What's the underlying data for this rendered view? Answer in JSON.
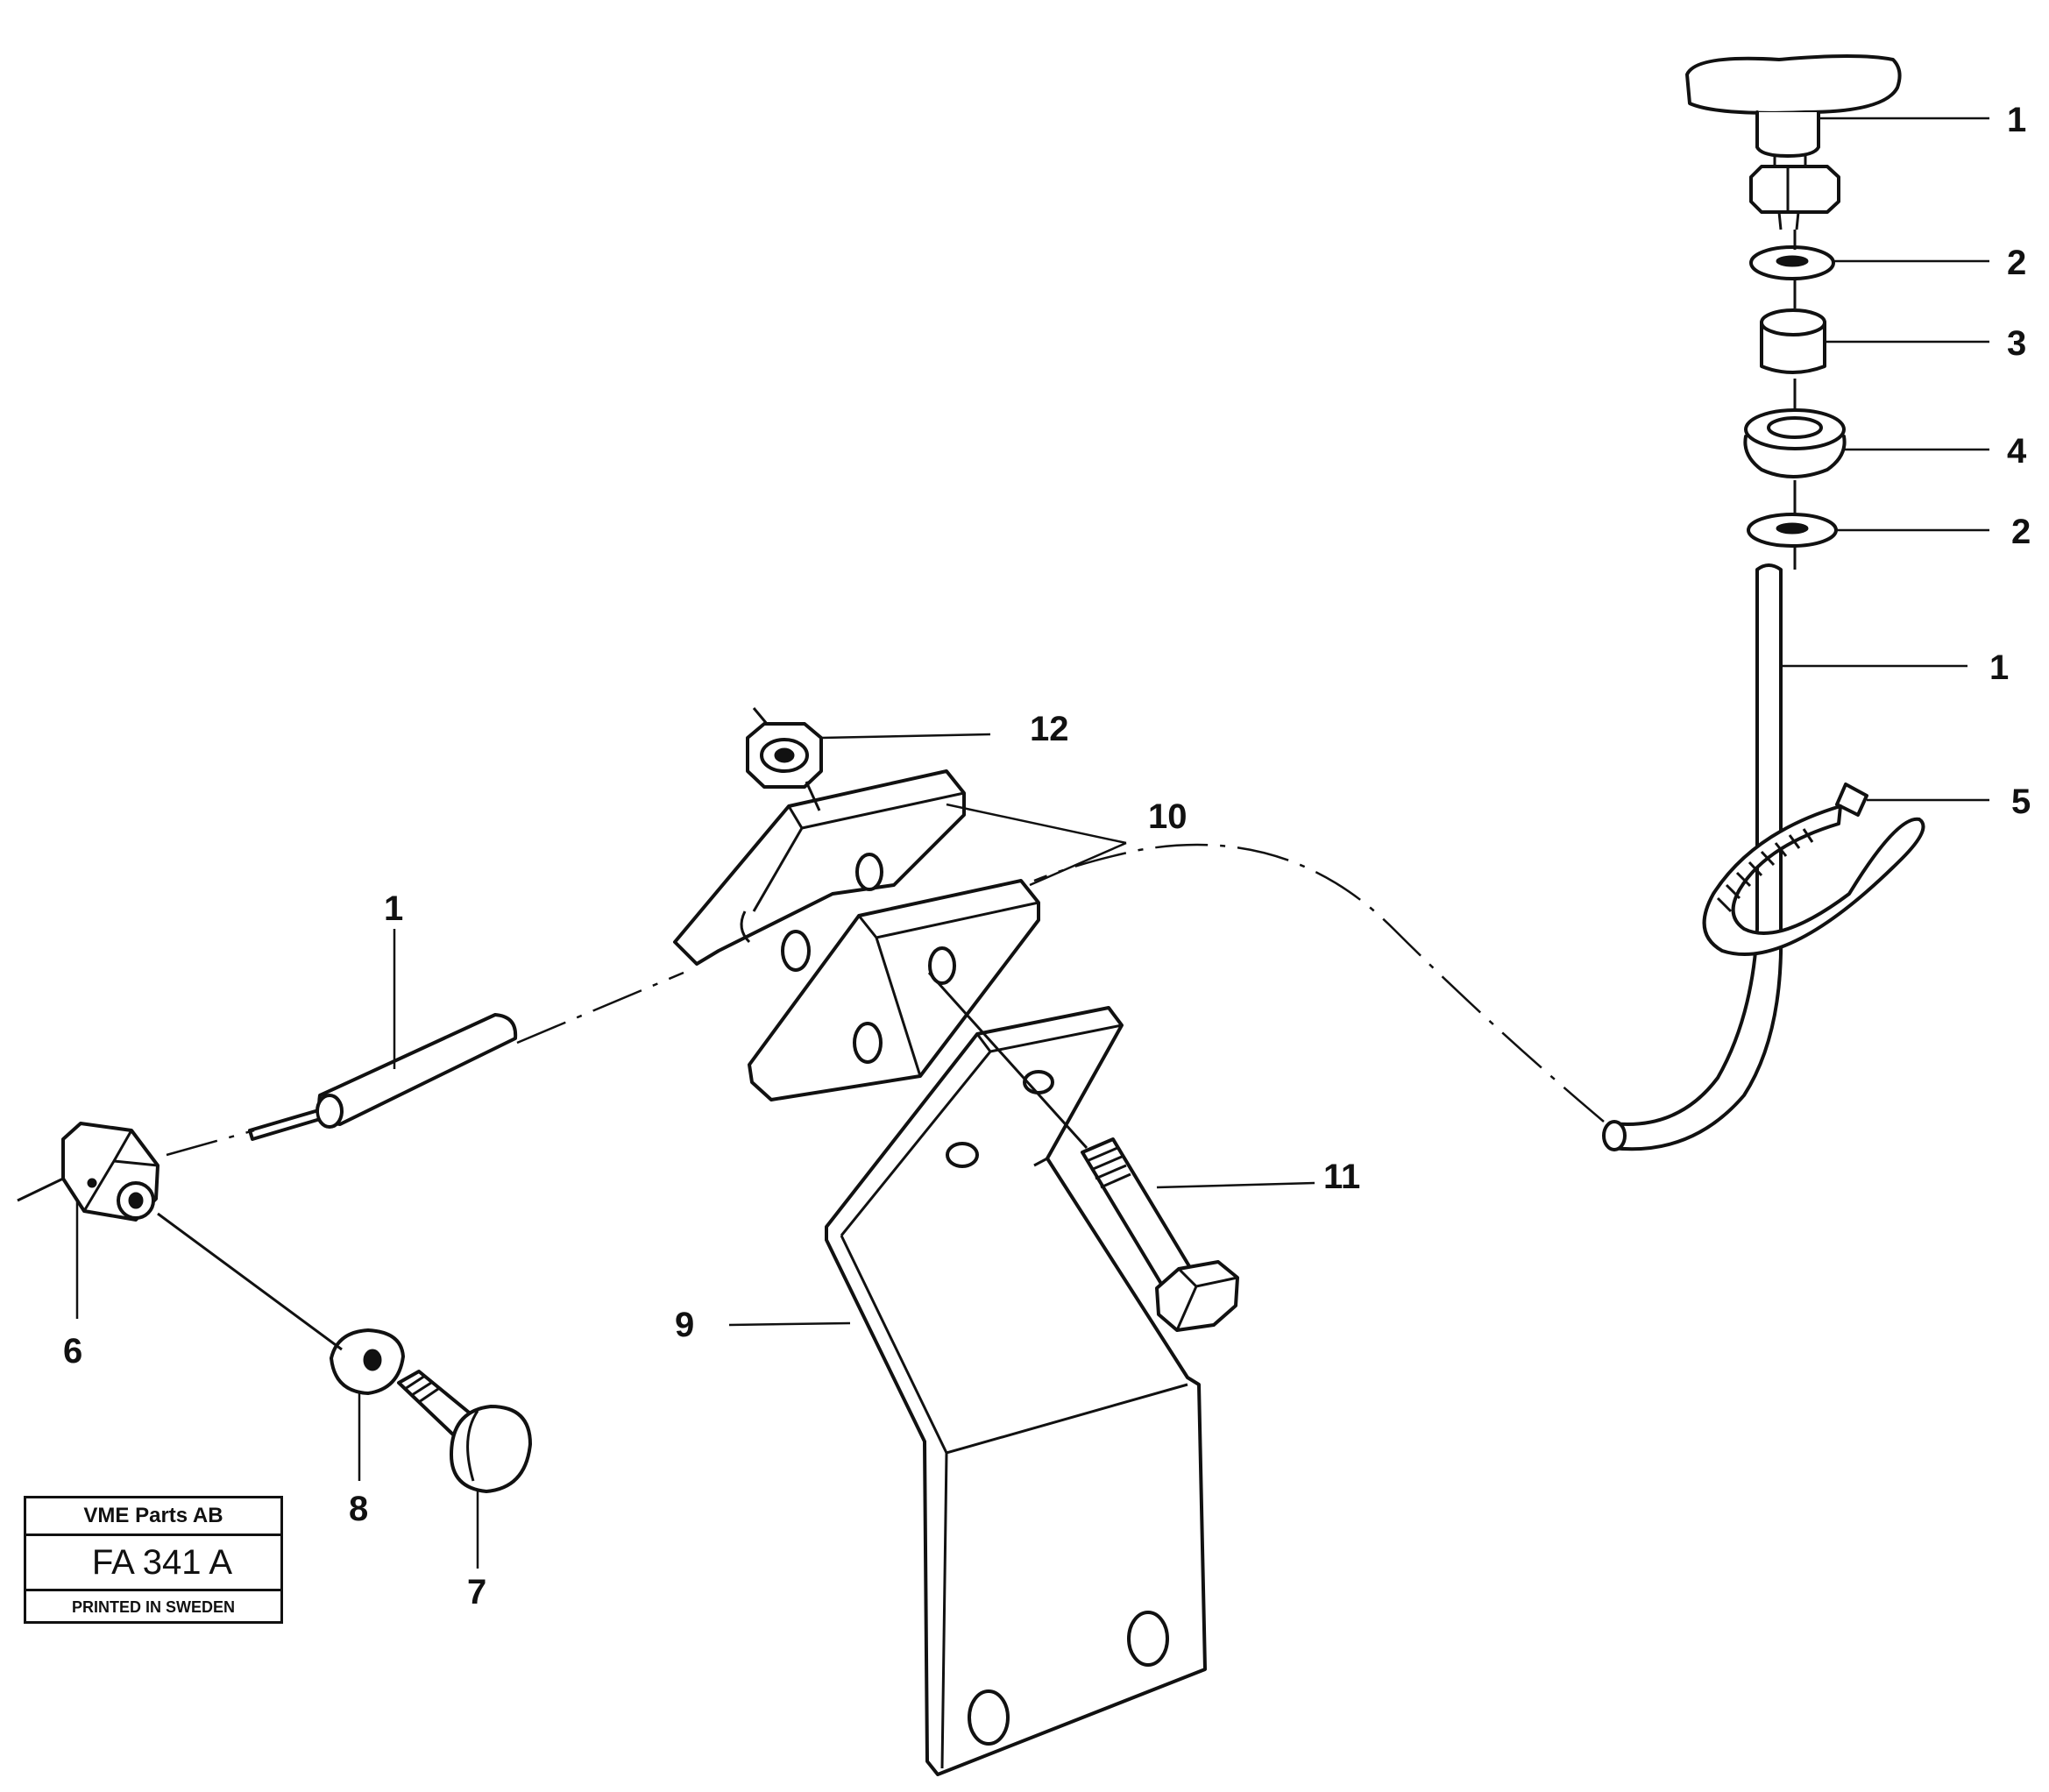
{
  "callouts": [
    {
      "id": "c1a",
      "text": "1"
    },
    {
      "id": "c2a",
      "text": "2"
    },
    {
      "id": "c3",
      "text": "3"
    },
    {
      "id": "c4",
      "text": "4"
    },
    {
      "id": "c2b",
      "text": "2"
    },
    {
      "id": "c1b",
      "text": "1"
    },
    {
      "id": "c5",
      "text": "5"
    },
    {
      "id": "c12",
      "text": "12"
    },
    {
      "id": "c10",
      "text": "10"
    },
    {
      "id": "c1c",
      "text": "1"
    },
    {
      "id": "c11",
      "text": "11"
    },
    {
      "id": "c9",
      "text": "9"
    },
    {
      "id": "c6",
      "text": "6"
    },
    {
      "id": "c8",
      "text": "8"
    },
    {
      "id": "c7",
      "text": "7"
    }
  ],
  "title_block": {
    "company": "VME Parts AB",
    "code": "FA 341 A",
    "printed": "PRINTED IN SWEDEN"
  }
}
